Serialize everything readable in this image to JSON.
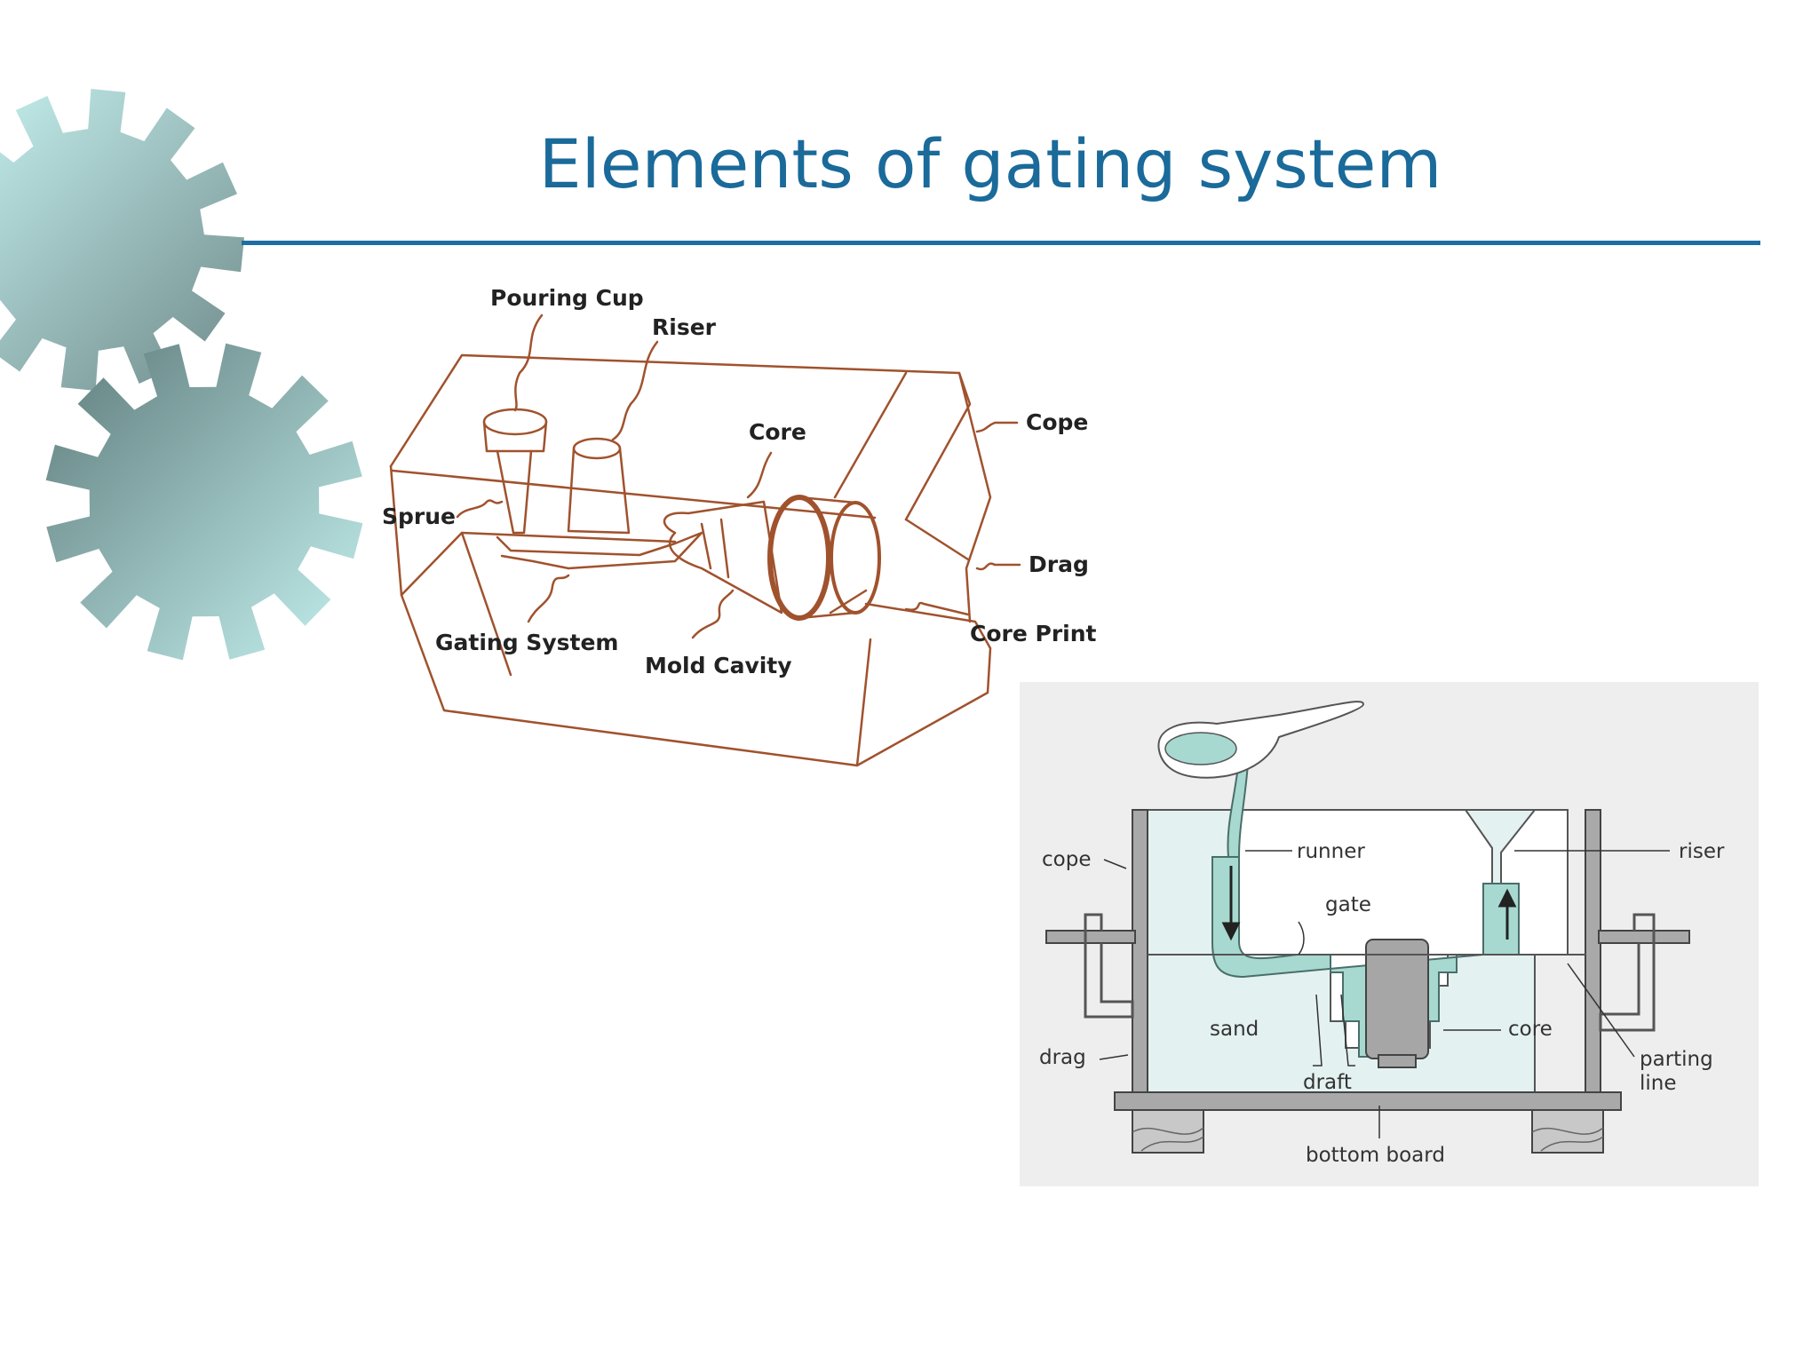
{
  "slide": {
    "title": "Elements of gating system"
  },
  "sketch": {
    "labels": {
      "pouring_cup": "Pouring Cup",
      "riser": "Riser",
      "core": "Core",
      "cope": "Cope",
      "sprue": "Sprue",
      "drag": "Drag",
      "gating_system": "Gating System",
      "mold_cavity": "Mold Cavity",
      "core_print": "Core Print"
    }
  },
  "cross_section": {
    "labels": {
      "cope": "cope",
      "runner": "runner",
      "riser": "riser",
      "gate": "gate",
      "sand": "sand",
      "core": "core",
      "drag": "drag",
      "parting_line_1": "parting",
      "parting_line_2": "line",
      "draft": "draft",
      "bottom_board": "bottom board"
    },
    "colors": {
      "metal": "#a7d9d0",
      "sand": "#e4f1f1",
      "flask": "#a9a9a9",
      "background": "#eeeeee"
    }
  },
  "decor": {
    "gear_colors": [
      "#c4f1f0",
      "#6f8f8f"
    ]
  }
}
